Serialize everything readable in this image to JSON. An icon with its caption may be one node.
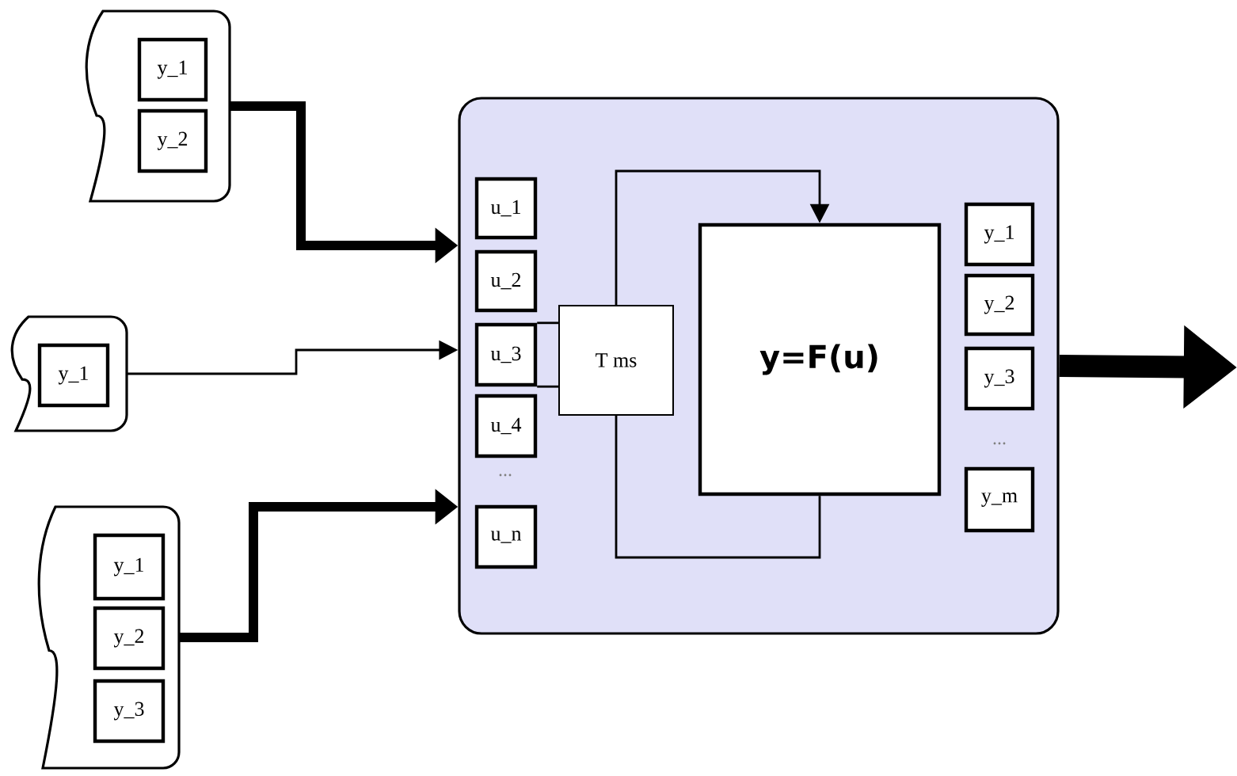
{
  "diagram": {
    "nodes": [
      {
        "text": [],
        "shape": "document"
      },
      {
        "text": [
          "y_1"
        ],
        "in": 0
      },
      {
        "text": [
          "y_2"
        ],
        "in": 0
      },
      {
        "text": [],
        "shape": "document"
      },
      {
        "text": [
          "y_1"
        ],
        "in": 3
      },
      {
        "text": [],
        "shape": "document"
      },
      {
        "text": [
          "y_1"
        ],
        "in": 5
      },
      {
        "text": [
          "y_2"
        ],
        "in": 5
      },
      {
        "text": [
          "y_3"
        ],
        "in": 5
      },
      {
        "text": [],
        "shape": "box"
      },
      {
        "text": [
          "u_1"
        ],
        "in": 9
      },
      {
        "text": [
          "u_2"
        ],
        "in": 9
      },
      {
        "text": [
          "u_3"
        ],
        "in": 9
      },
      {
        "text": [
          "u_4"
        ],
        "in": 9
      },
      {
        "text": [
          "u_n"
        ],
        "in": 9
      },
      {
        "text": [
          "T ms"
        ],
        "in": 9
      },
      {
        "text": [
          "y=F(u)"
        ],
        "in": 9
      },
      {
        "text": [
          "y_1"
        ],
        "in": 9
      },
      {
        "text": [
          "y_2"
        ],
        "in": 9
      },
      {
        "text": [
          "y_3"
        ],
        "in": 9
      },
      {
        "text": [
          "y_m"
        ],
        "in": 9
      }
    ],
    "edges": [
      {
        "from": 0,
        "to": 9,
        "arrow": "to",
        "style": "thick"
      },
      {
        "from": 3,
        "to": 9,
        "arrow": "to"
      },
      {
        "from": 5,
        "to": 9,
        "arrow": "to",
        "style": "thick"
      },
      {
        "from": 9,
        "to": null,
        "arrow": "to",
        "style": "thick"
      },
      {
        "from": 15,
        "to": 16,
        "arrow": "to"
      },
      {
        "from": 16,
        "to": 15,
        "arrow": "none"
      },
      {
        "from": 12,
        "to": 15,
        "arrow": "none"
      },
      {
        "from": 12,
        "to": 15,
        "arrow": "none"
      }
    ],
    "labels": [
      "...",
      "..."
    ]
  }
}
